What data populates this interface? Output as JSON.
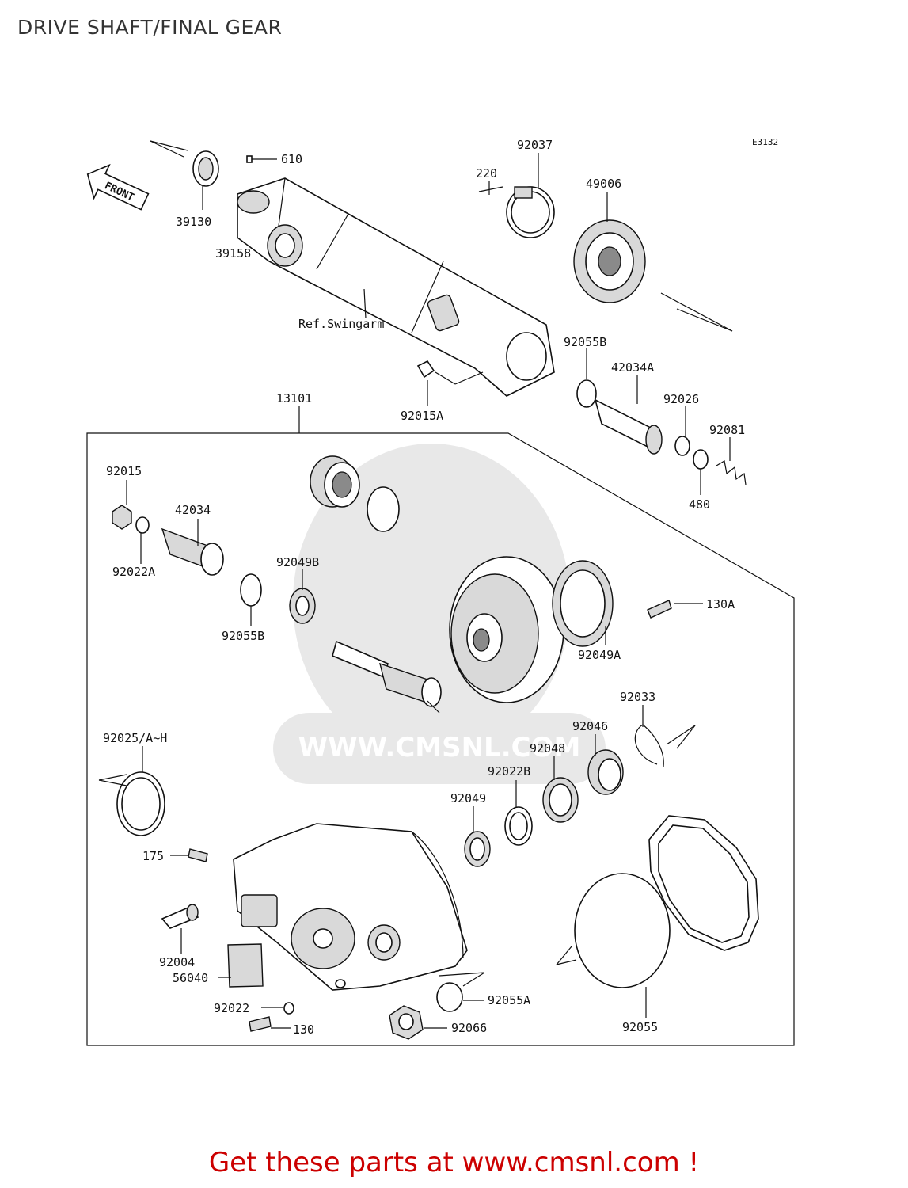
{
  "title": "DRIVE SHAFT/FINAL GEAR",
  "diagram_code": "E3132",
  "front_sign": "FRONT",
  "watermark": "WWW.CMSNL.COM",
  "labels": {
    "p610": "610",
    "p39130": "39130",
    "p39158": "39158",
    "ref_swingarm": "Ref.Swingarm",
    "p92037": "92037",
    "p220": "220",
    "p49006": "49006",
    "p92055B_top": "92055B",
    "p42034A": "42034A",
    "p92026": "92026",
    "p92081": "92081",
    "p480": "480",
    "p92015A": "92015A",
    "p13101": "13101",
    "p92015": "92015",
    "p42034": "42034",
    "p92022A": "92022A",
    "p92049B": "92049B",
    "p92055B": "92055B",
    "p130A": "130A",
    "p92049A": "92049A",
    "p92033": "92033",
    "p92046": "92046",
    "p92048": "92048",
    "p92022B": "92022B",
    "p92049": "92049",
    "p92025": "92025/A~H",
    "p175": "175",
    "p92004": "92004",
    "p56040": "56040",
    "p92022": "92022",
    "p130": "130",
    "p92055A": "92055A",
    "p92066": "92066",
    "p92055": "92055"
  },
  "footer": "Get these parts at www.cmsnl.com !"
}
